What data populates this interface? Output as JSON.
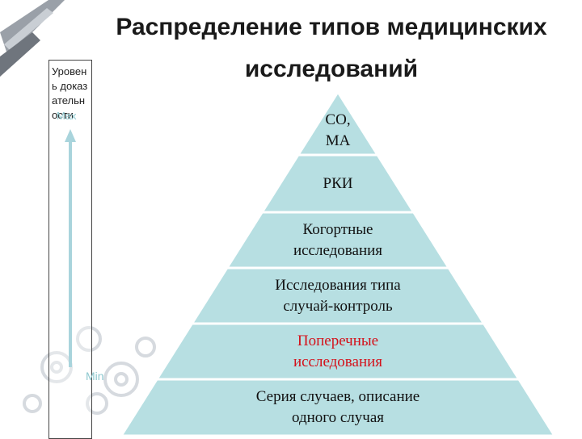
{
  "title_line1": "Распределение типов медицинских",
  "title_line2": "исследований",
  "evidence_axis": {
    "label": "Уровень доказательности",
    "max_label": "Max",
    "min_label": "Min"
  },
  "pyramid": {
    "fill_color": "#b7dfe2",
    "highlight_text_color": "#d4111a",
    "tiers": [
      {
        "line1": "СО,",
        "line2": "МА"
      },
      {
        "line1": "РКИ",
        "line2": ""
      },
      {
        "line1": "Когортные",
        "line2": "исследования"
      },
      {
        "line1": "Исследования типа",
        "line2": "случай-контроль"
      },
      {
        "line1": "Поперечные",
        "line2": "исследования",
        "highlight": true
      },
      {
        "line1": "Серия случаев, описание",
        "line2": "одного случая"
      }
    ]
  }
}
